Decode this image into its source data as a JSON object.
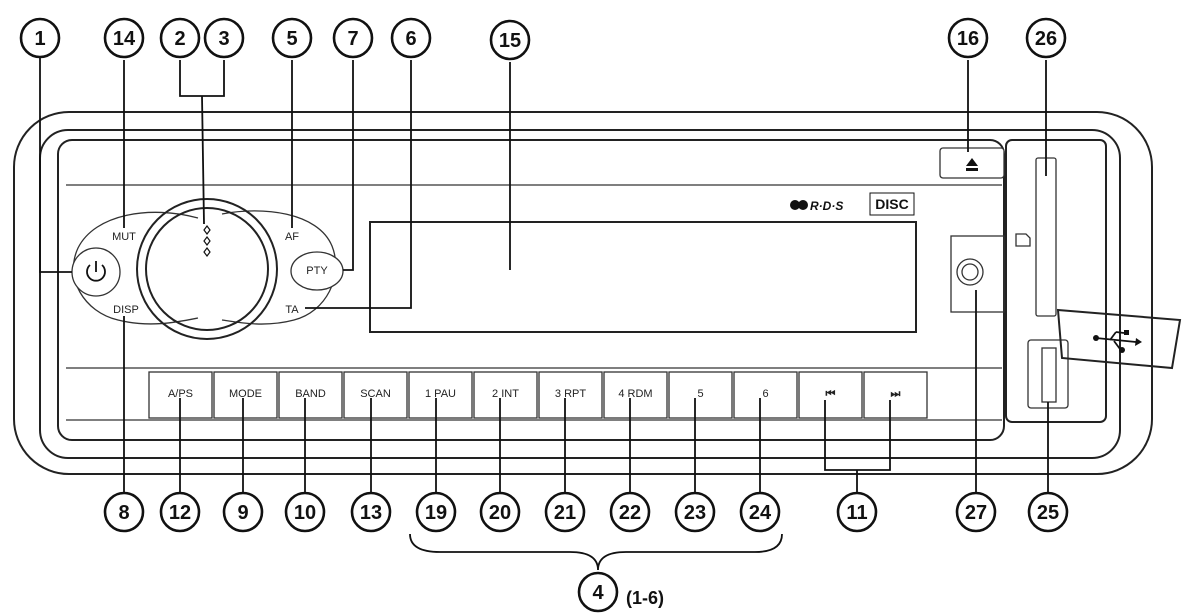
{
  "callouts": {
    "c1": "1",
    "c14": "14",
    "c2": "2",
    "c3": "3",
    "c5": "5",
    "c7": "7",
    "c6": "6",
    "c15": "15",
    "c16": "16",
    "c26": "26",
    "c8": "8",
    "c12": "12",
    "c9": "9",
    "c10": "10",
    "c13": "13",
    "c19": "19",
    "c20": "20",
    "c21": "21",
    "c22": "22",
    "c23": "23",
    "c24": "24",
    "c11": "11",
    "c27": "27",
    "c25": "25",
    "c4": "4"
  },
  "group_range": "(1-6)",
  "panel": {
    "mut": "MUT",
    "disp": "DISP",
    "af": "AF",
    "ta": "TA",
    "pty": "PTY",
    "rds_logo": "R·D·S",
    "disc_logo": "DISC"
  },
  "buttons": [
    "A/PS",
    "MODE",
    "BAND",
    "SCAN",
    "1 PAU",
    "2 INT",
    "3 RPT",
    "4 RDM",
    "5",
    "6",
    "⏮",
    "⏭"
  ],
  "icons": {
    "power": "power-icon",
    "eject": "eject-icon",
    "usb": "usb-icon",
    "prev": "skip-back-icon",
    "next": "skip-forward-icon"
  }
}
